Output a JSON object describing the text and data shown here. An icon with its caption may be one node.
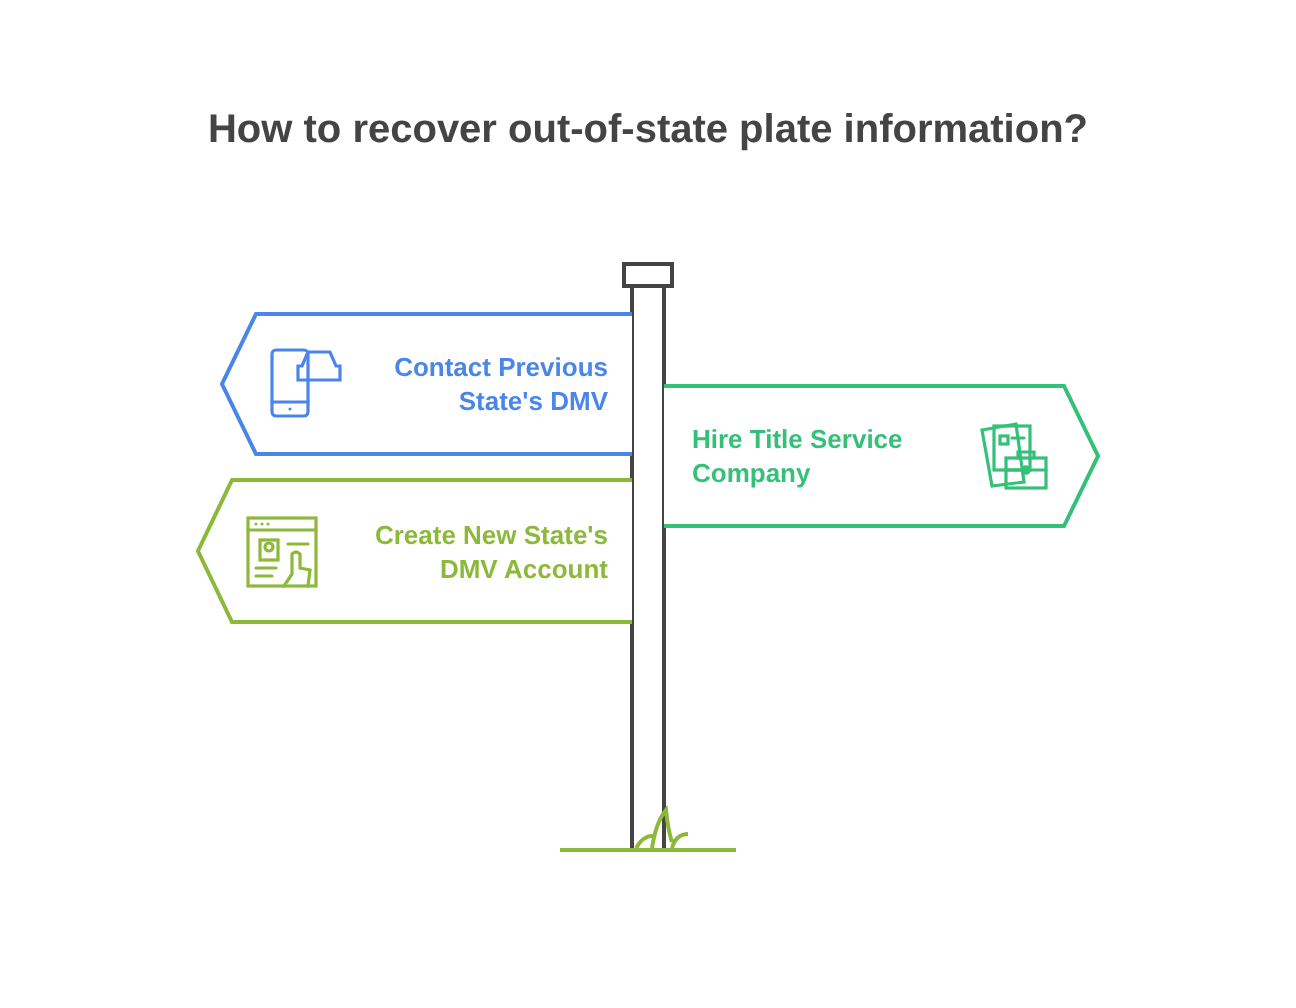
{
  "diagram": {
    "title": "How to recover out-of-state plate information?",
    "nodes": [
      {
        "text": [
          "Contact Previous State's DMV"
        ]
      },
      {
        "text": [
          "Hire Title Service Company"
        ]
      },
      {
        "text": [
          "Create New State's DMV Account"
        ]
      }
    ]
  }
}
